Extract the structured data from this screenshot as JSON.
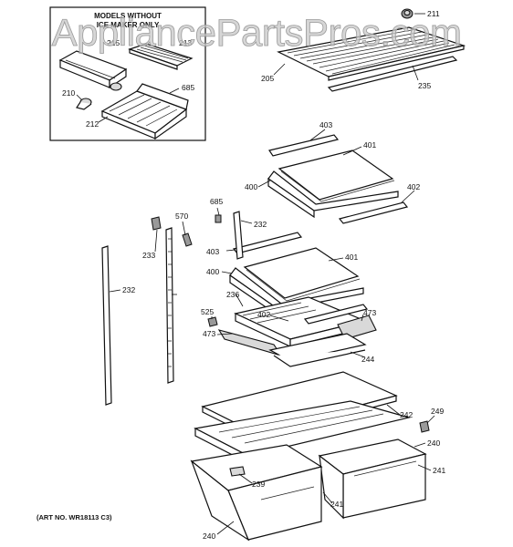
{
  "watermark": "AppliancePartsPros.com",
  "inset": {
    "title_line1": "MODELS WITHOUT",
    "title_line2": "ICE MAKER ONLY",
    "labels": [
      "215",
      "213",
      "210",
      "685",
      "212"
    ]
  },
  "art_number": "(ART NO. WR18113 C3)",
  "callouts": {
    "c211": "211",
    "c205": "205",
    "c235": "235",
    "c403a": "403",
    "c401a": "401",
    "c400a": "400",
    "c402a": "402",
    "c685": "685",
    "c570": "570",
    "c232a": "232",
    "c233": "233",
    "c403b": "403",
    "c401b": "401",
    "c400b": "400",
    "c232b": "232",
    "c236": "236",
    "c525": "525",
    "c402b": "402",
    "c473a": "473",
    "c473b": "473",
    "c244": "244",
    "c242": "242",
    "c249": "249",
    "c240a": "240",
    "c239": "239",
    "c241a": "241",
    "c241b": "241",
    "c240b": "240"
  }
}
